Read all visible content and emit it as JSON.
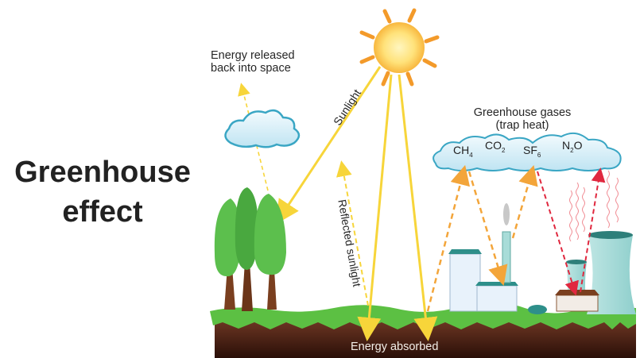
{
  "title": {
    "line1": "Greenhouse",
    "line2": "effect"
  },
  "labels": {
    "energy_released_line1": "Energy released",
    "energy_released_line2": "back into space",
    "sunlight": "Sunlight",
    "reflected_sunlight": "Reflected sunlight",
    "greenhouse_gases_line1": "Greenhouse gases",
    "greenhouse_gases_line2": "(trap heat)",
    "energy_absorbed": "Energy absorbed"
  },
  "gases": [
    {
      "base": "CH",
      "sub": "4",
      "tail": ""
    },
    {
      "base": "CO",
      "sub": "2",
      "tail": ""
    },
    {
      "base": "SF",
      "sub": "6",
      "tail": ""
    },
    {
      "base": "N",
      "sub": "2",
      "tail": "O"
    }
  ],
  "colors": {
    "sunlight": "#f7d53a",
    "sun_ray": "#f39a2a",
    "heat_orange": "#f3a53a",
    "heat_red": "#e0283f",
    "tree_green": "#5cbf4d",
    "grass": "#5cc043",
    "soil": "#4a2416",
    "cloud_outline": "#3aa6c4",
    "text": "#222222"
  }
}
